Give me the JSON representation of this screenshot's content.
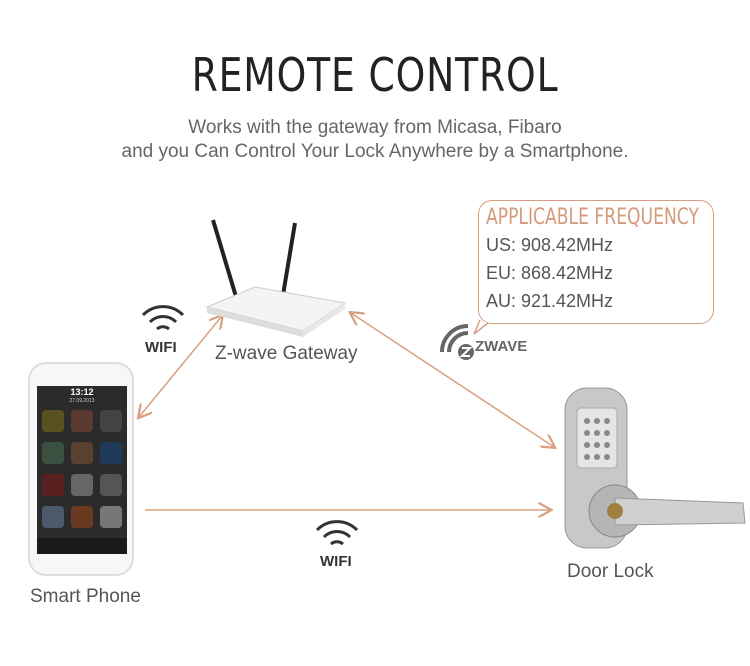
{
  "header": {
    "title": "REMOTE CONTROL",
    "subtitle_line1": "Works with the gateway from Micasa, Fibaro",
    "subtitle_line2": "and you Can Control Your Lock Anywhere by a Smartphone."
  },
  "frequency": {
    "title": "APPLICABLE FREQUENCY",
    "items": [
      "US: 908.42MHz",
      "EU: 868.42MHz",
      "AU: 921.42MHz"
    ]
  },
  "devices": {
    "gateway": "Z-wave Gateway",
    "phone": "Smart Phone",
    "lock": "Door Lock"
  },
  "phone_screen": {
    "time": "13:12",
    "date": "27.09.2013"
  },
  "wifi_label": "WIFI",
  "zwave_logo": "ZWAVE",
  "colors": {
    "accent": "#d9a080",
    "text": "#555555",
    "title": "#222222"
  }
}
